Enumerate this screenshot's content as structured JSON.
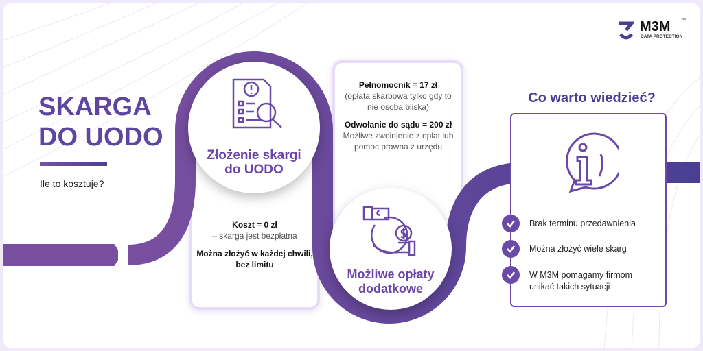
{
  "brand": {
    "name": "M3M",
    "tm": "™",
    "tagline": "DATA PROTECTION"
  },
  "hero": {
    "title_line1": "SKARGA",
    "title_line2": "DO UODO",
    "subtitle": "Ile to kosztuje?"
  },
  "step1": {
    "title_line1": "Złożenie skargi",
    "title_line2": "do UODO",
    "icon": "document-search-icon",
    "cost": "Koszt = 0 zł",
    "cost_note": "– skarga jest bezpłatna",
    "when": "Można złożyć w każdej chwili, bez limitu"
  },
  "step2": {
    "title_line1": "Możliwe opłaty",
    "title_line2": "dodatkowe",
    "icon": "money-hand-icon",
    "fee1": "Pełnomocnik = 17 zł",
    "fee1_note": "(opłata skarbowa tylko gdy to nie osoba bliska)",
    "fee2": "Odwołanie do sądu = 200 zł",
    "fee2_note": "Możliwe zwolnienie z opłat lub pomoc prawna z urzędu"
  },
  "info": {
    "heading": "Co warto wiedzieć?",
    "icon": "info-speech-icon",
    "items": [
      "Brak terminu przedawnienia",
      "Można złożyć wiele skarg",
      "W M3M pomagamy firmom unikać takich sytuacji"
    ]
  },
  "colors": {
    "purple": "#7b4fa0",
    "indigo": "#4a3f94"
  }
}
